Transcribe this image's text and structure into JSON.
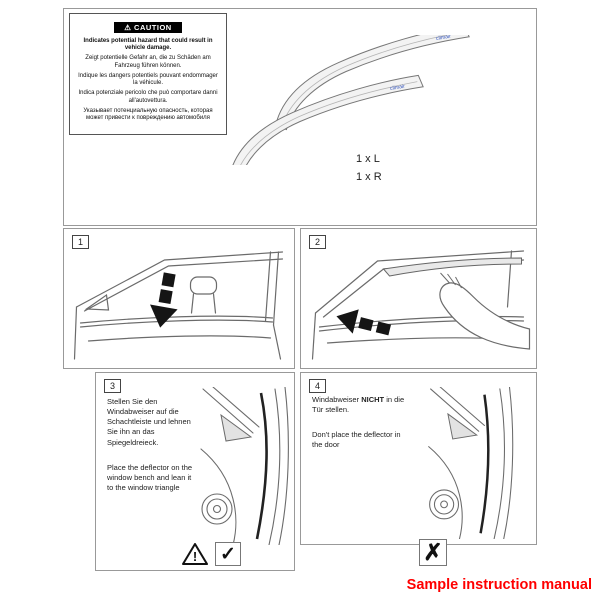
{
  "document": {
    "footer_label": "Sample instruction manual"
  },
  "colors": {
    "footer_red": "#ff0000",
    "line_gray": "#6b6b6b",
    "caution_header_bg": "#000000",
    "brand_blue": "#3a5abf"
  },
  "caution": {
    "header": "⚠ CAUTION",
    "lines": [
      "Indicates potential hazard that could result in vehicle damage.",
      "Zeigt potentielle Gefahr an, die zu Schäden am Fahrzeug führen können.",
      "Indique les dangers potentiels pouvant endommager la véhicule.",
      "Indica potenziale pericolo che può comportare danni all'autovettura.",
      "Указывает потенциальную опасность, которая может привести к повреждению автомобиля"
    ]
  },
  "parts": {
    "brand": "climair",
    "qty_left": "1 x L",
    "qty_right": "1 x R"
  },
  "steps": {
    "step1": {
      "number": "1"
    },
    "step2": {
      "number": "2"
    },
    "step3": {
      "number": "3",
      "text_de": "Stellen Sie den Windabweiser auf die Schachtleiste und lehnen Sie ihn an das Spiegeldreieck.",
      "text_en": "Place the deflector on the window bench and lean it to the window triangle"
    },
    "step4": {
      "number": "4",
      "text_de_before": "Windabweiser",
      "text_de_bold": "NICHT",
      "text_de_after": "in die Tür stellen.",
      "text_en": "Don't place the deflector in the door"
    }
  },
  "icons": {
    "check": "✓",
    "cross": "✗",
    "warning": "!"
  }
}
